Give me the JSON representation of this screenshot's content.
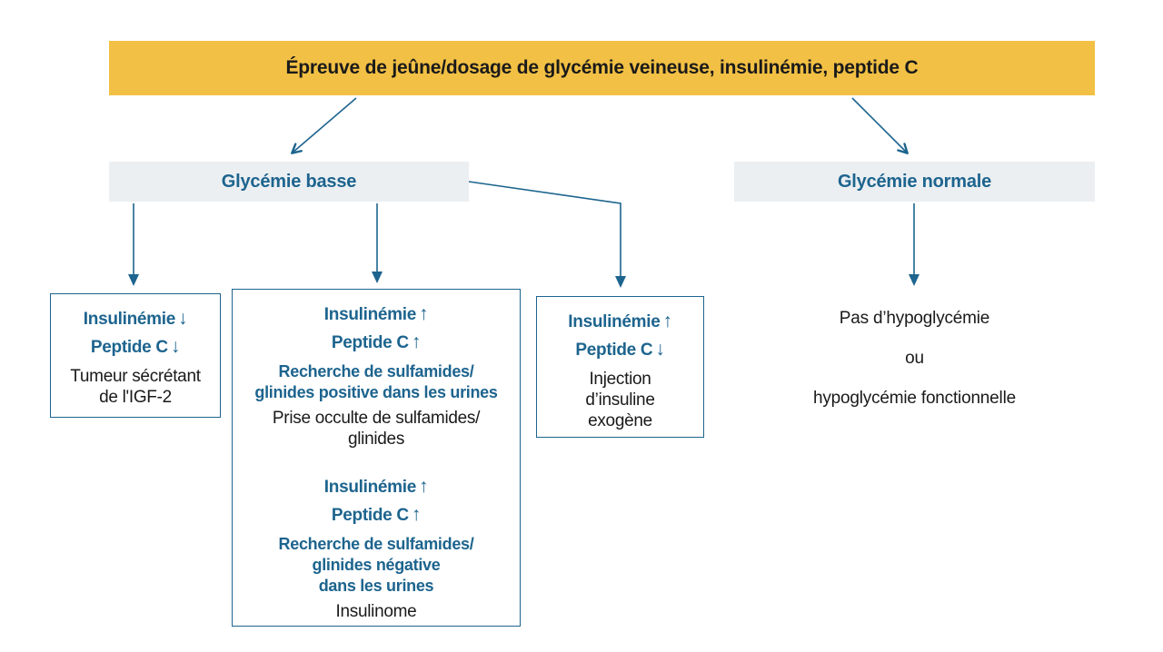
{
  "palette": {
    "header_bg": "#F2C044",
    "branch_bg": "#EBEFF2",
    "blue": "#1D648E",
    "ink": "#1A1A1A",
    "canvas_bg": "#FFFFFF"
  },
  "header": {
    "title": "Épreuve de jeûne/dosage de glycémie veineuse, insulinémie, peptide C"
  },
  "branches": {
    "low": {
      "label": "Glycémie basse"
    },
    "normal": {
      "label": "Glycémie normale"
    }
  },
  "boxes": {
    "igf2": {
      "marker_rows": [
        {
          "label": "Insulinémie",
          "arrow": "↓"
        },
        {
          "label": "Peptide C",
          "arrow": "↓"
        }
      ],
      "diagnosis_lines": [
        "Tumeur sécrétant",
        "de l'IGF-2"
      ]
    },
    "sulfonylurea": {
      "marker_rows": [
        {
          "label": "Insulinémie",
          "arrow": "↑"
        },
        {
          "label": "Peptide C",
          "arrow": "↑"
        }
      ],
      "finding_lines": [
        "Recherche de sulfamides/",
        "glinides positive dans les urines"
      ],
      "diagnosis_lines": [
        "Prise occulte de sulfamides/",
        "glinides"
      ]
    },
    "insulinoma": {
      "marker_rows": [
        {
          "label": "Insulinémie",
          "arrow": "↑"
        },
        {
          "label": "Peptide C",
          "arrow": "↑"
        }
      ],
      "finding_lines": [
        "Recherche de sulfamides/",
        "glinides négative",
        "dans les urines"
      ],
      "diagnosis_lines": [
        "Insulinome"
      ]
    },
    "exogenous": {
      "marker_rows": [
        {
          "label": "Insulinémie",
          "arrow": "↑"
        },
        {
          "label": "Peptide C",
          "arrow": "↓"
        }
      ],
      "diagnosis_lines": [
        "Injection",
        "d’insuline",
        "exogène"
      ]
    }
  },
  "normal_outcome": {
    "lines": [
      "Pas d’hypoglycémie",
      "ou",
      "hypoglycémie fonctionnelle"
    ]
  }
}
